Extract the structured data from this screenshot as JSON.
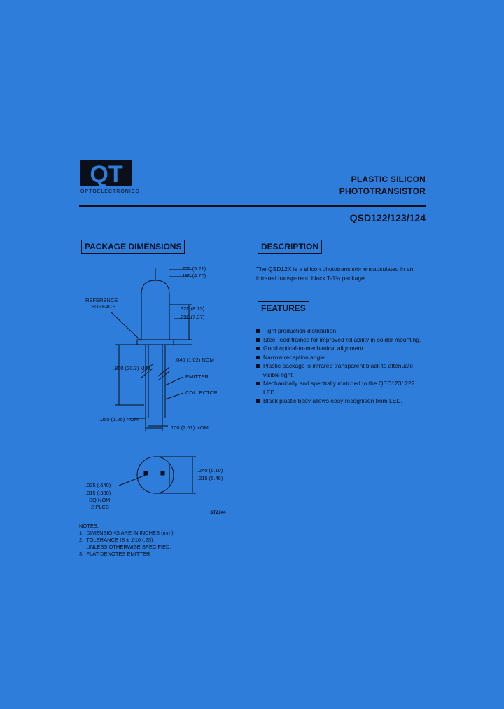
{
  "logo": {
    "letters": "QT",
    "subtitle": "OPTOELECTRONICS"
  },
  "header": {
    "title_line1": "PLASTIC SILICON",
    "title_line2": "PHOTOTRANSISTOR",
    "part_number": "QSD122/123/124"
  },
  "sections": {
    "package_dimensions": "PACKAGE DIMENSIONS",
    "description": "DESCRIPTION",
    "features": "FEATURES"
  },
  "description_text": "The QSD12X is a silicon phototransistor encapsulated in an infrared transparent, black T-1¾ package.",
  "features": [
    "Tight production distribution",
    "Steel lead frames for improved reliability in solder mounting.",
    "Good optical-to-mechanical alignment.",
    "Narrow reception angle.",
    "Plastic package is infrared transparent black to attenuate visible light.",
    "Mechanically and spectrally matched to the QED123/ 222 LED.",
    "Black plastic body allows easy recognition from LED."
  ],
  "drawing": {
    "dim_205": ".205 (5.21)",
    "dim_185": ".185 (4.70)",
    "dim_320": ".320 (8.13)",
    "dim_290": ".290 (7.37)",
    "reference_surface_1": "REFERENCE",
    "reference_surface_2": "SURFACE",
    "dim_040": ".040 (1.02) NOM",
    "dim_800": ".800 (20.3) MIN",
    "emitter": "EMITTER",
    "collector": "COLLECTOR",
    "dim_050": ".050 (1.25) NOM",
    "dim_100": ".100 (2.51) NOM",
    "dim_240": ".240 (6.10)",
    "dim_215": ".215 (5.46)",
    "dim_025": ".025 (.640)",
    "dim_015": ".015 (.380)",
    "sq_nom": "SQ NOM",
    "two_plcs": "2 PLCS",
    "ref_code": "ST2144"
  },
  "notes": {
    "heading": "NOTES:",
    "items": [
      "1.  DIMENSIONS ARE IN INCHES (mm).",
      "2.  TOLERANCE IS ± .010 (.25)",
      "     UNLESS OTHERWISE SPECIFIED.",
      "3.  FLAT DENOTES EMITTER"
    ]
  },
  "colors": {
    "background": "#2f7ddb",
    "ink": "#0a0f1a"
  }
}
